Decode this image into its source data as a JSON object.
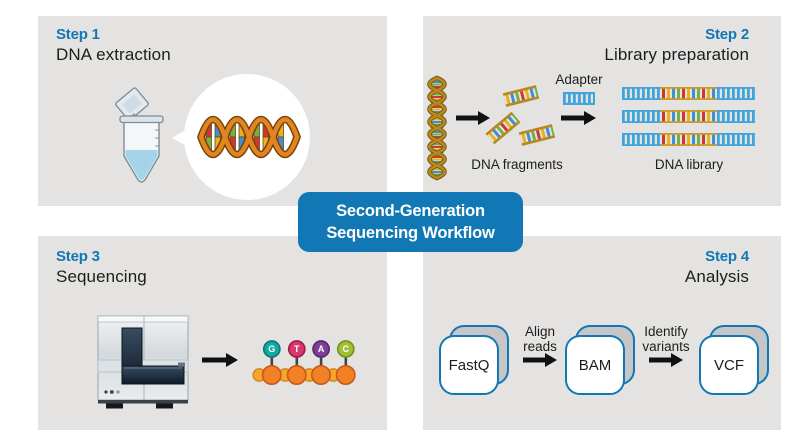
{
  "badge": {
    "line1": "Second-Generation",
    "line2": "Sequencing Workflow"
  },
  "step1": {
    "step_label": "Step 1",
    "title": "DNA extraction",
    "icons": [
      "sample-tube-icon",
      "speech-bubble-icon",
      "dna-helix-icon"
    ]
  },
  "step2": {
    "step_label": "Step 2",
    "title": "Library preparation",
    "adapter_label": "Adapter",
    "fragments_label": "DNA fragments",
    "library_label": "DNA library",
    "icons": [
      "dna-helix-vertical-icon",
      "arrow-icon",
      "dna-fragment-icon",
      "adapter-comb-icon",
      "dna-library-strip-icon"
    ]
  },
  "step3": {
    "step_label": "Step 3",
    "title": "Sequencing",
    "bases": [
      {
        "letter": "G",
        "color": "#16a8a4",
        "stroke": "#0d7d7a"
      },
      {
        "letter": "T",
        "color": "#d9376e",
        "stroke": "#a3204e"
      },
      {
        "letter": "A",
        "color": "#7e3f98",
        "stroke": "#5c2a74"
      },
      {
        "letter": "C",
        "color": "#a2c037",
        "stroke": "#7a9422"
      }
    ],
    "icons": [
      "sequencer-machine-icon",
      "arrow-icon",
      "bead-chain-icon"
    ]
  },
  "step4": {
    "step_label": "Step 4",
    "title": "Analysis",
    "files": [
      {
        "name": "FastQ"
      },
      {
        "name": "BAM"
      },
      {
        "name": "VCF"
      }
    ],
    "arrow1": {
      "line1": "Align",
      "line2": "reads"
    },
    "arrow2": {
      "line1": "Identify",
      "line2": "variants"
    },
    "icons": [
      "file-stack-icon",
      "arrow-icon"
    ]
  },
  "colors": {
    "accent_blue": "#1278b5",
    "panel_gray": "#e4e3e2",
    "adapter_blue": "#41a5dc",
    "helix_orange": "#e1861f",
    "strand_olive": "#b5891f",
    "rung_red": "#cf3832",
    "rung_gold": "#e8b11d",
    "rung_blue": "#3f8fd2",
    "rung_green": "#76b043",
    "bead_large_orange": "#f28024",
    "bead_small_orange": "#f6a62c",
    "liquid_blue": "#a5d4e8"
  }
}
